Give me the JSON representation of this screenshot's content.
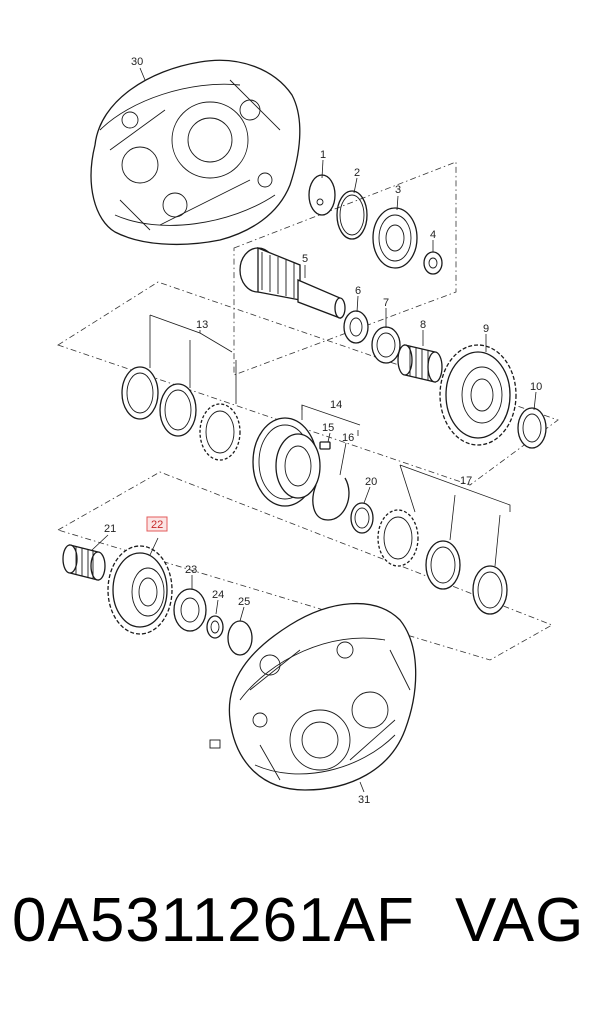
{
  "diagram": {
    "labels": {
      "p1": "1",
      "p2": "2",
      "p3": "3",
      "p4": "4",
      "p5": "5",
      "p6": "6",
      "p7": "7",
      "p8": "8",
      "p9": "9",
      "p10": "10",
      "p13": "13",
      "p14": "14",
      "p15": "15",
      "p16": "16",
      "p17": "17",
      "p20": "20",
      "p21": "21",
      "p22": "22",
      "p23": "23",
      "p24": "24",
      "p25": "25",
      "p30": "30",
      "p31": "31"
    },
    "highlighted_label": "22",
    "highlight_color": "#e35b5b"
  },
  "footer": {
    "part_number": "0A5311261AF",
    "brand": "VAG"
  }
}
